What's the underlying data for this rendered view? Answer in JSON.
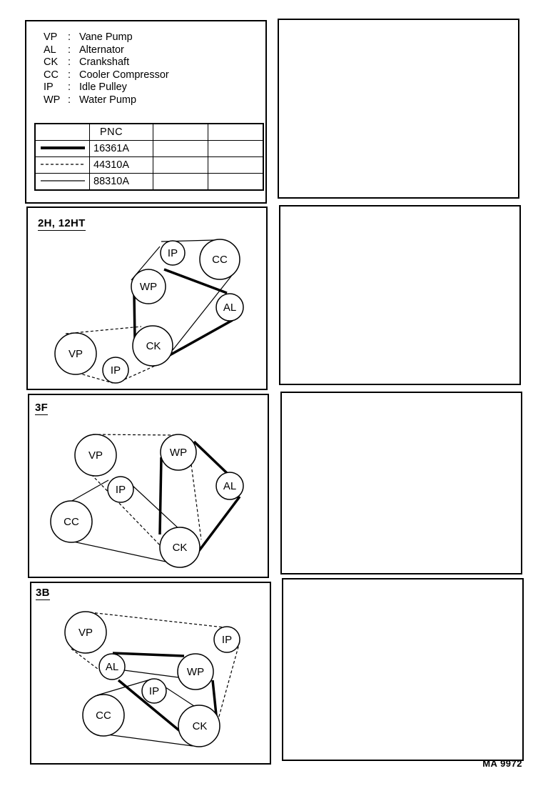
{
  "legend": {
    "abbreviations": [
      {
        "code": "VP",
        "name": "Vane Pump"
      },
      {
        "code": "AL",
        "name": "Alternator"
      },
      {
        "code": "CK",
        "name": "Crankshaft"
      },
      {
        "code": "CC",
        "name": "Cooler Compressor"
      },
      {
        "code": "IP",
        "name": "Idle Pulley"
      },
      {
        "code": "WP",
        "name": "Water Pump"
      }
    ],
    "separator": ":",
    "pnc_header": "PNC",
    "pnc_rows": [
      {
        "line_style": "thick-solid",
        "pnc": "16361A"
      },
      {
        "line_style": "dashed",
        "pnc": "44310A"
      },
      {
        "line_style": "thin-solid",
        "pnc": "88310A"
      }
    ]
  },
  "diagrams": [
    {
      "engine": "2H, 12HT",
      "pulleys": {
        "ip_top": "IP",
        "cc": "CC",
        "wp": "WP",
        "al": "AL",
        "vp": "VP",
        "ck": "CK",
        "ip_bottom": "IP"
      }
    },
    {
      "engine": "3F",
      "pulleys": {
        "vp": "VP",
        "wp": "WP",
        "ip": "IP",
        "al": "AL",
        "cc": "CC",
        "ck": "CK"
      }
    },
    {
      "engine": "3B",
      "pulleys": {
        "vp": "VP",
        "ip_right": "IP",
        "al": "AL",
        "wp": "WP",
        "ip_center": "IP",
        "cc": "CC",
        "ck": "CK"
      }
    }
  ],
  "footer": {
    "code": "MA  9972"
  }
}
